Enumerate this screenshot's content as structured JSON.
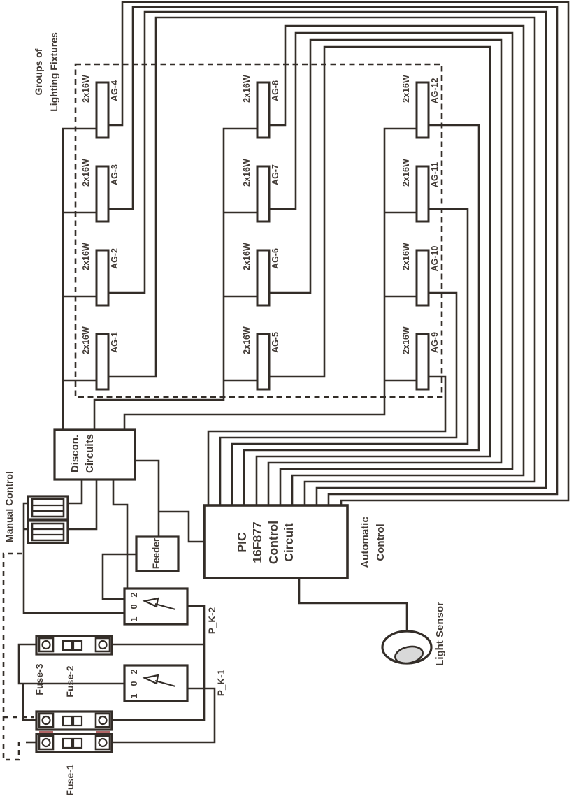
{
  "diagram": {
    "title_groups": [
      "Groups of",
      "Lighting Fixtures"
    ],
    "manual_control": "Manual Control",
    "automatic_control": [
      "Automatic",
      "Control"
    ],
    "discon": [
      "Discon.",
      "Circuits"
    ],
    "feeder": "Feeder",
    "pic": [
      "PIC",
      "16F877",
      "Control",
      "Circuit"
    ],
    "light_sensor": "Light Sensor",
    "switches": {
      "pk2": "P_K-2",
      "pk1": "P_K-1",
      "positions": [
        "2",
        "0",
        "1"
      ]
    },
    "fuses": {
      "fuse3": "Fuse-3",
      "fuse2": "Fuse-2",
      "fuse1": "Fuse-1"
    },
    "lamps": [
      {
        "id": "AG-4",
        "wattage": "2x16W",
        "col": 0,
        "row": 0
      },
      {
        "id": "AG-3",
        "wattage": "2x16W",
        "col": 0,
        "row": 1
      },
      {
        "id": "AG-2",
        "wattage": "2x16W",
        "col": 0,
        "row": 2
      },
      {
        "id": "AG-1",
        "wattage": "2x16W",
        "col": 0,
        "row": 3
      },
      {
        "id": "AG-8",
        "wattage": "2x16W",
        "col": 1,
        "row": 0
      },
      {
        "id": "AG-7",
        "wattage": "2x16W",
        "col": 1,
        "row": 1
      },
      {
        "id": "AG-6",
        "wattage": "2x16W",
        "col": 1,
        "row": 2
      },
      {
        "id": "AG-5",
        "wattage": "2x16W",
        "col": 1,
        "row": 3
      },
      {
        "id": "AG-12",
        "wattage": "2x16W",
        "col": 2,
        "row": 0
      },
      {
        "id": "AG-11",
        "wattage": "2x16W",
        "col": 2,
        "row": 1
      },
      {
        "id": "AG-10",
        "wattage": "2x16W",
        "col": 2,
        "row": 2
      },
      {
        "id": "AG-9",
        "wattage": "2x16W",
        "col": 2,
        "row": 3
      }
    ],
    "colors": {
      "line": "#332d28",
      "text": "#413a35",
      "sensor_fill": "#d9d9d9",
      "fuse_mark": "#993333",
      "background": "#ffffff"
    }
  }
}
